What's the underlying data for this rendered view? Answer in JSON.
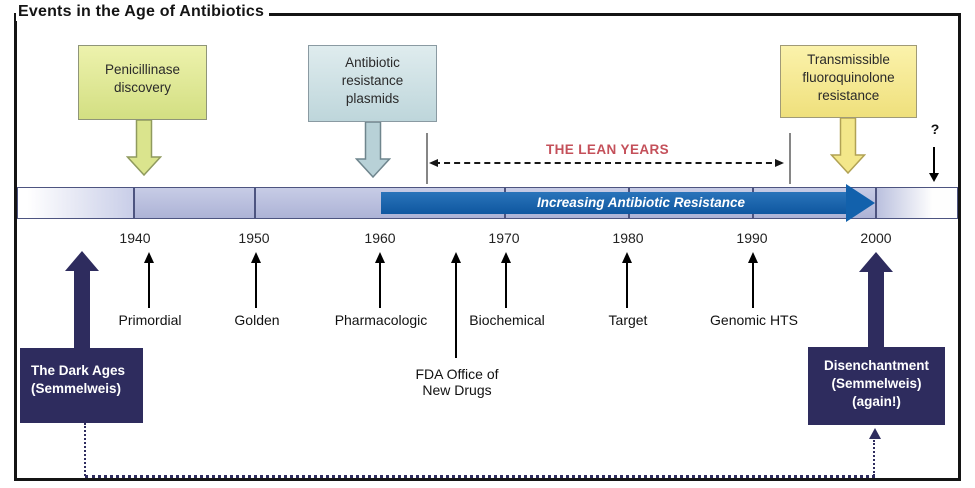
{
  "title": "Events in the Age of Antibiotics",
  "callouts": {
    "penicillinase": {
      "lines": [
        "Penicillinase",
        "discovery"
      ],
      "fill": "#dce68f"
    },
    "plasmids": {
      "lines": [
        "Antibiotic",
        "resistance",
        "plasmids"
      ],
      "fill": "#c3d9de"
    },
    "fluoroquinolone": {
      "lines": [
        "Transmissible",
        "fluoroquinolone",
        "resistance"
      ],
      "fill": "#f5ea92"
    }
  },
  "timeline": {
    "years": [
      "1940",
      "1950",
      "1960",
      "1970",
      "1980",
      "1990",
      "2000"
    ],
    "arrow_label": "Increasing Antibiotic Resistance",
    "arrow_color": "#1261ac",
    "band_color": "#b7bddd"
  },
  "lean_years": {
    "label": "THE LEAN YEARS",
    "color": "#c4505a"
  },
  "future": {
    "symbol": "?"
  },
  "eras": [
    {
      "label": "Primordial"
    },
    {
      "label": "Golden"
    },
    {
      "label": "Pharmacologic"
    },
    {
      "label": "Biochemical"
    },
    {
      "label": "Target"
    },
    {
      "label": "Genomic HTS"
    }
  ],
  "fda": {
    "lines": [
      "FDA Office of",
      "New Drugs"
    ]
  },
  "dark_ages": {
    "lines": [
      "The Dark Ages",
      "(Semmelweis)"
    ],
    "color": "#2e2c5e"
  },
  "disenchantment": {
    "lines": [
      "Disenchantment",
      "(Semmelweis)",
      "(again!)"
    ],
    "color": "#2e2c5e"
  }
}
